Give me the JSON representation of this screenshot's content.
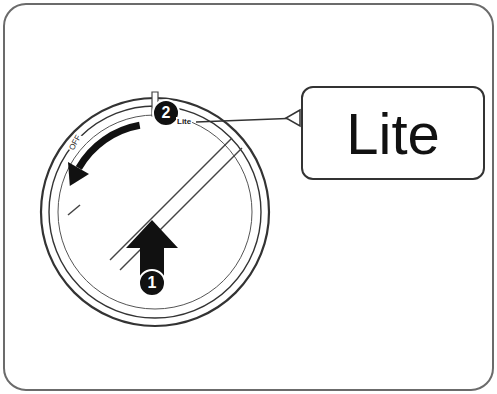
{
  "diagram": {
    "nodes": [
      {
        "text": [
          "Lite"
        ]
      },
      {
        "text": [
          "1"
        ]
      },
      {
        "text": [
          "2"
        ]
      }
    ],
    "labels": [
      "OFF",
      "Lite"
    ]
  }
}
